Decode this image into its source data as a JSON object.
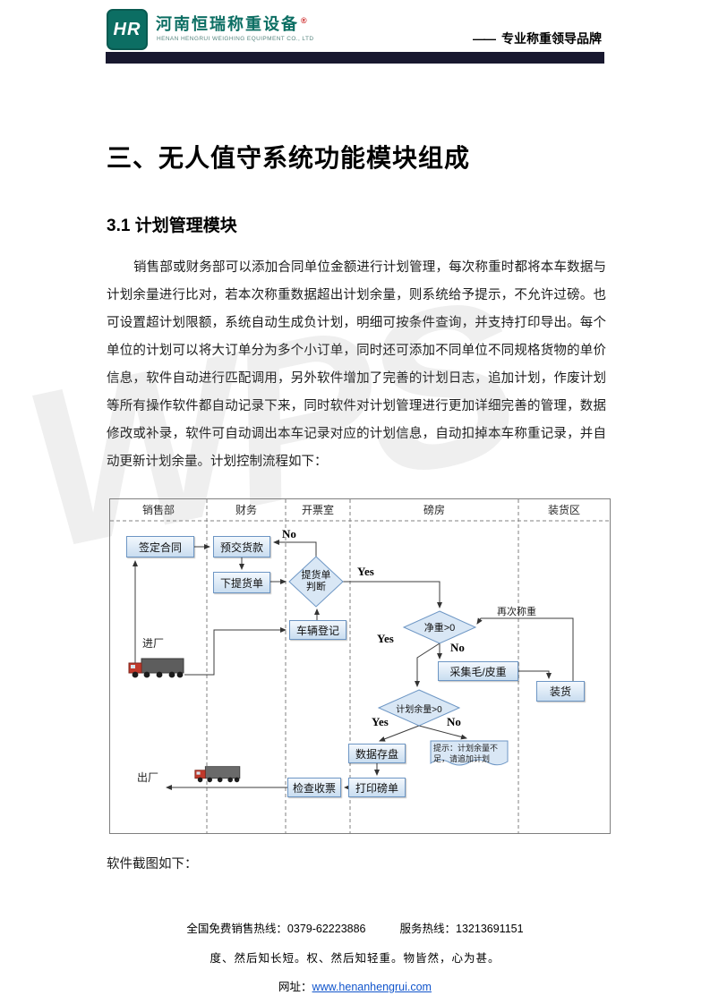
{
  "watermark": "WPS",
  "header": {
    "logo_abbr": "HR",
    "company_cn": "河南恒瑞称重设备",
    "trademark": "®",
    "company_en": "HENAN HENGRUI WEIGHING EQUIPMENT CO., LTD",
    "slogan_dash": "——",
    "slogan": "专业称重领导品牌"
  },
  "document": {
    "heading": "三、无人值守系统功能模块组成",
    "subheading": "3.1 计划管理模块",
    "paragraph": "销售部或财务部可以添加合同单位金额进行计划管理，每次称重时都将本车数据与计划余量进行比对，若本次称重数据超出计划余量，则系统给予提示，不允许过磅。也可设置超计划限额，系统自动生成负计划，明细可按条件查询，并支持打印导出。每个单位的计划可以将大订单分为多个小订单，同时还可添加不同单位不同规格货物的单价信息，软件自动进行匹配调用，另外软件增加了完善的计划日志，追加计划，作废计划等所有操作软件都自动记录下来，同时软件对计划管理进行更加详细完善的管理，数据修改或补录，软件可自动调出本车记录对应的计划信息，自动扣掉本车称重记录，并自动更新计划余量。计划控制流程如下：",
    "screenshot_note": "软件截图如下："
  },
  "flowchart": {
    "columns": [
      "销售部",
      "财务",
      "开票室",
      "磅房",
      "装货区"
    ],
    "nodes": {
      "sign_contract": "签定合同",
      "prepay": "预交货款",
      "delivery_order": "下提货单",
      "order_check_line1": "提货单",
      "order_check_line2": "判断",
      "vehicle_register": "车辆登记",
      "net_weight_check": "净重>0",
      "collect_weight": "采集毛/皮重",
      "loading": "装货",
      "plan_balance_check": "计划余量>0",
      "save_data": "数据存盘",
      "prompt_note": "提示：计划余量不足，请追加计划",
      "print_ticket": "打印磅单",
      "check_ticket": "检查收票",
      "enter_factory": "进厂",
      "exit_factory": "出厂",
      "reweigh": "再次称重"
    },
    "labels": {
      "yes": "Yes",
      "no": "No"
    }
  },
  "footer": {
    "sales_hotline": "全国免费销售热线：0379-62223886",
    "service_hotline": "服务热线：13213691151",
    "motto": "度、然后知长短。权、然后知轻重。物皆然，心为甚。",
    "website_label": "网址：",
    "website_url": "www.henanhengrui.com"
  }
}
